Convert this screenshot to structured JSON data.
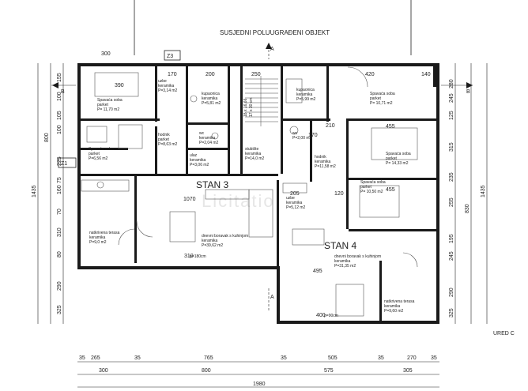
{
  "neighbor_label": "SUSJEDNI POLUUGRAĐENI OBJEKT",
  "section_markers": {
    "a": "A",
    "b": "B"
  },
  "tags": {
    "z3": "Z3",
    "z1": "Z1"
  },
  "units": {
    "stan3": "STAN 3",
    "stan4": "STAN 4"
  },
  "corner_text": "URED C",
  "rooms": {
    "r1": "Spavaća soba|parket|P= 11,70 m2",
    "r2": "Spavaća soba|parket|P=6,56 m2",
    "r3": "hodnik|parket|P=8,63 m2",
    "r4": "uzbe|keramika|P=3,14 m2",
    "r5": "kupaonica|keramika|P=5,81 m2",
    "r6": "wc|keramika|P=2,04 m2",
    "r7": "ulaz|keramika|P=3,06 m2",
    "r8": "stubište|keramika|P=14,0 m2",
    "r9": "kupaonica|keramika|P=5,99 m2",
    "r10": "wc|P=2,00 m2",
    "r11": "hodnik|keramika|P=11,58 m2",
    "r12": "Spavaća soba|parket|P= 10,71 m2",
    "r13": "Spavaća soba|parket|P= 14,33 m2",
    "r14": "Spavaća soba|parket|P= 10,50 m2",
    "r15": "uzbe|keramika|P=5,12 m2",
    "r16": "natkrivena terasa|keramika|P=9,0 m2",
    "r17": "dnevni boravak s kuhinjom|keramika|P=39,62 m2",
    "r18": "dnevni boravak s kuhinjom|keramika|P=31,35 m2",
    "r19": "natkrivena terasa|keramika|P=9,60 m2"
  },
  "heights": {
    "h1": "p=180cm",
    "h2": "p=90cm"
  },
  "inner_dims": [
    "300",
    "390",
    "170",
    "200",
    "250",
    "420",
    "140",
    "455",
    "455",
    "1070",
    "120",
    "205",
    "210",
    "495",
    "170",
    "400",
    "310"
  ],
  "bottom_dims_row1": [
    "35",
    "265",
    "35",
    "765",
    "35",
    "505",
    "35",
    "270",
    "35"
  ],
  "bottom_dims_row2": [
    "300",
    "800",
    "575",
    "305"
  ],
  "bottom_total": "1980",
  "left_dims_inner": [
    "155",
    "100",
    "105",
    "100",
    "225",
    "75",
    "160",
    "70",
    "310",
    "80",
    "290",
    "325"
  ],
  "left_dims_mid": [
    "800"
  ],
  "left_dims_outer": [
    "1435"
  ],
  "right_dims_inner": [
    "280",
    "245",
    "125",
    "315",
    "235",
    "255",
    "195",
    "245",
    "290",
    "325"
  ],
  "right_dims_outer": [
    "830",
    "1435"
  ],
  "stair_text": "18 x 16,66|17 x 30 cm"
}
